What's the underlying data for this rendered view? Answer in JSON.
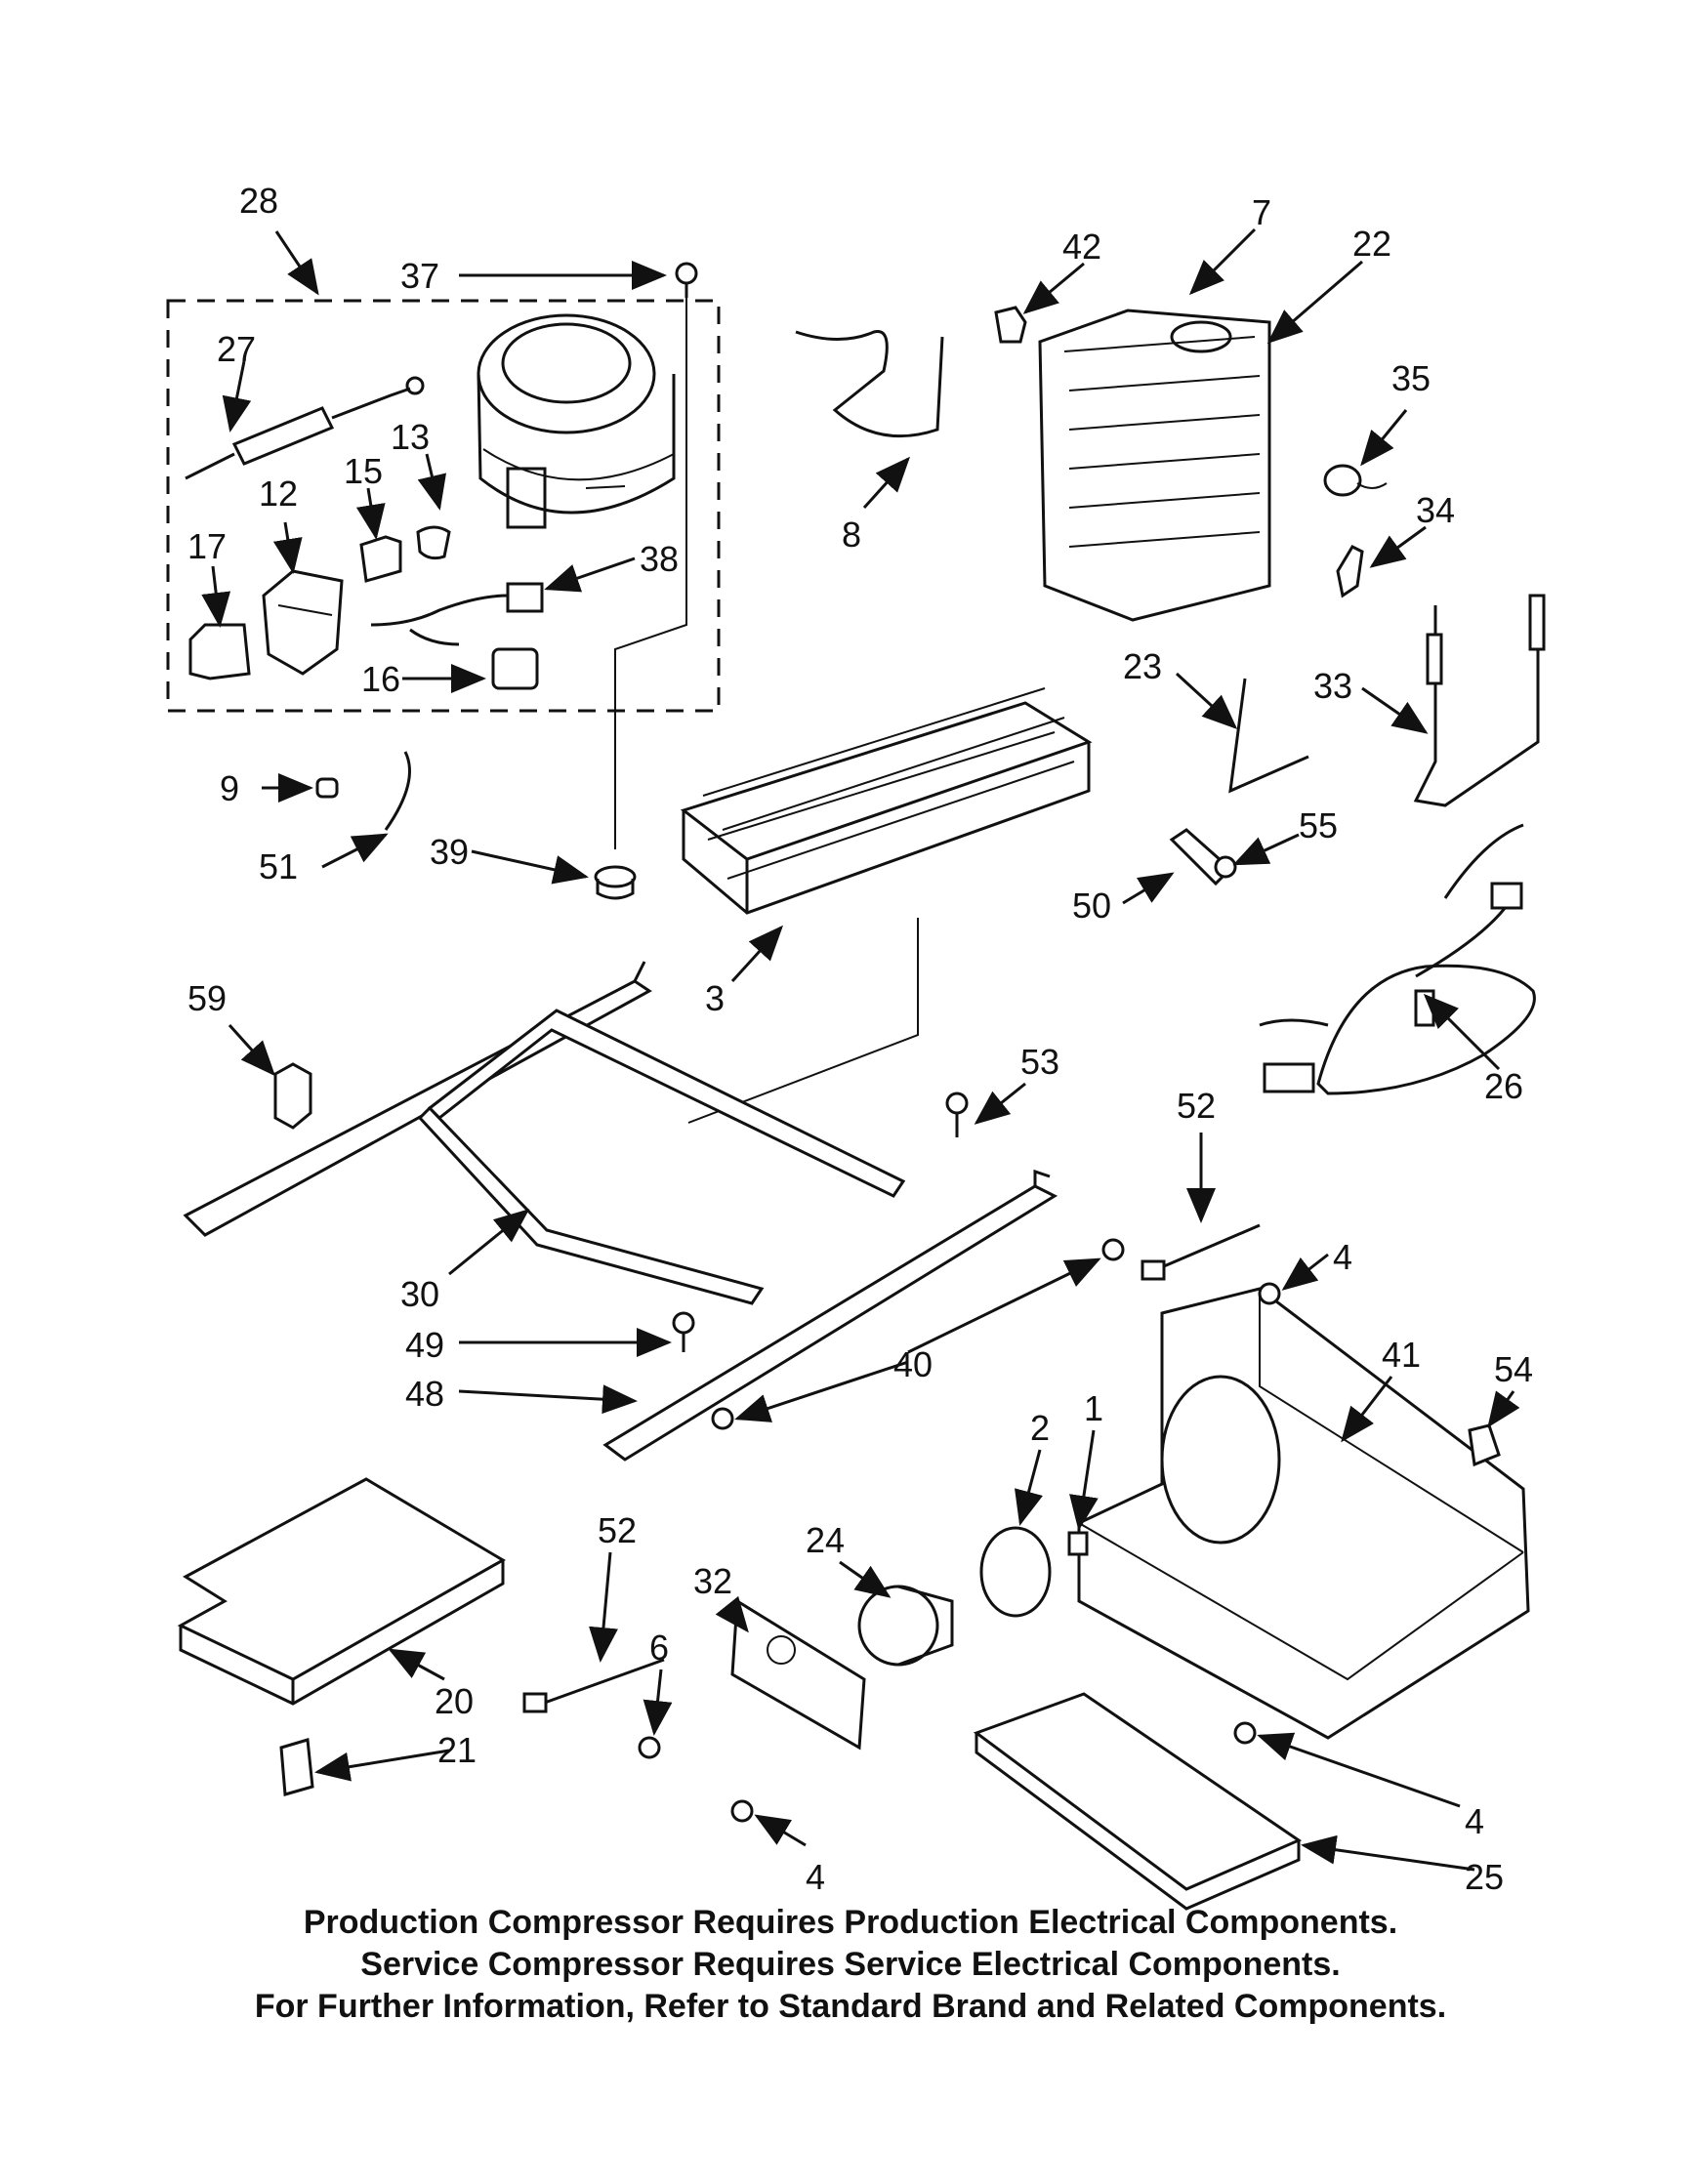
{
  "callouts": {
    "c1": "1",
    "c2": "2",
    "c3": "3",
    "c4a": "4",
    "c4b": "4",
    "c4c": "4",
    "c6": "6",
    "c7": "7",
    "c8": "8",
    "c9": "9",
    "c12": "12",
    "c13": "13",
    "c15": "15",
    "c16": "16",
    "c17": "17",
    "c20": "20",
    "c21": "21",
    "c22": "22",
    "c23": "23",
    "c24": "24",
    "c25": "25",
    "c26": "26",
    "c27": "27",
    "c28": "28",
    "c30": "30",
    "c32": "32",
    "c33": "33",
    "c34": "34",
    "c35": "35",
    "c37": "37",
    "c38": "38",
    "c39": "39",
    "c40": "40",
    "c41": "41",
    "c42": "42",
    "c48": "48",
    "c49": "49",
    "c50": "50",
    "c51": "51",
    "c52a": "52",
    "c52b": "52",
    "c53": "53",
    "c54": "54",
    "c55": "55",
    "c59": "59"
  },
  "notes": [
    "Production Compressor Requires Production Electrical Components.",
    "Service Compressor Requires Service Electrical Components.",
    "For Further Information, Refer to Standard Brand and Related Components."
  ]
}
